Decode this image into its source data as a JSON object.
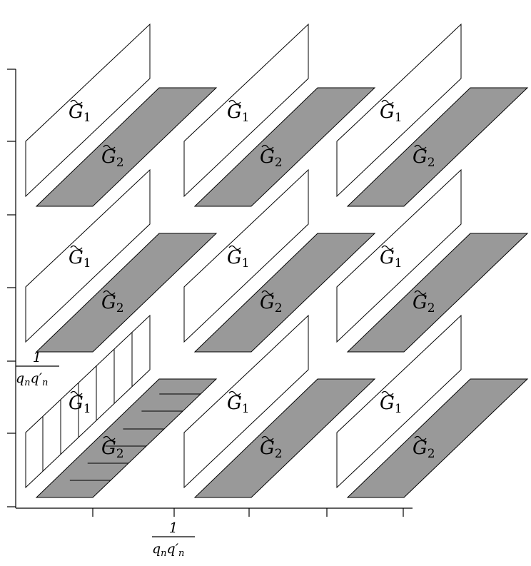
{
  "diagram": {
    "cell_labels": {
      "g1": "G",
      "g1_sub": "1",
      "g2": "G",
      "g2_sub": "2"
    },
    "axis_labels": {
      "x_numerator": "1",
      "x_denominator_q": "q",
      "x_denominator_sub": "n",
      "x_denominator_qprime": "q′",
      "y_numerator": "1",
      "y_denominator_q": "q",
      "y_denominator_sub": "n",
      "y_denominator_qprime": "q′"
    },
    "grid": {
      "rows": 3,
      "cols": 3
    },
    "colors": {
      "g2_fill": "#999999",
      "stroke": "#000000",
      "background": "#ffffff"
    }
  }
}
